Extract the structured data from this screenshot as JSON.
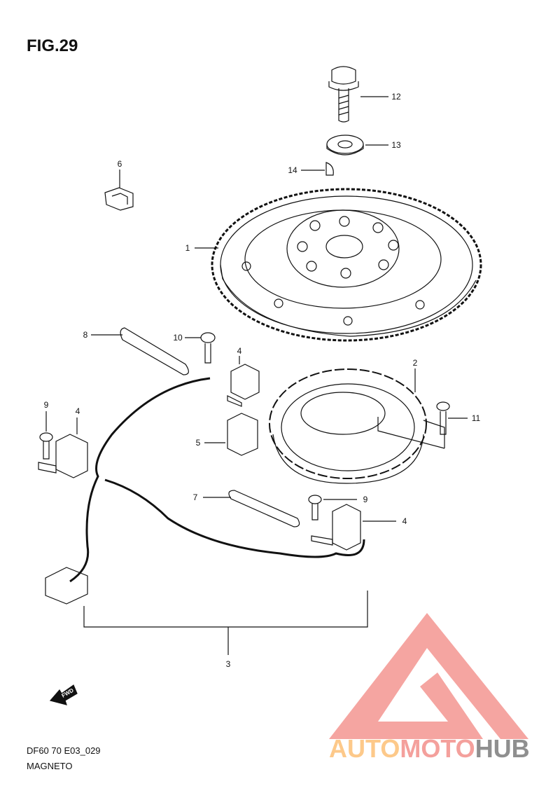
{
  "figure_title": "FIG.29",
  "model_code": "DF60 70 E03_029",
  "section_name": "MAGNETO",
  "fwd_label": "FWD",
  "callouts": [
    "12",
    "13",
    "14",
    "6",
    "1",
    "8",
    "10",
    "4",
    "2",
    "9",
    "4",
    "11",
    "5",
    "7",
    "9",
    "4",
    "3"
  ],
  "watermark": {
    "part1": "AUTO",
    "part2": "MOTO",
    "part3": "HUB",
    "colors": {
      "auto": "#fdc98a",
      "moto": "#f4a09c",
      "hub": "#8f8f8f",
      "triangle": "#f4a09c"
    }
  }
}
